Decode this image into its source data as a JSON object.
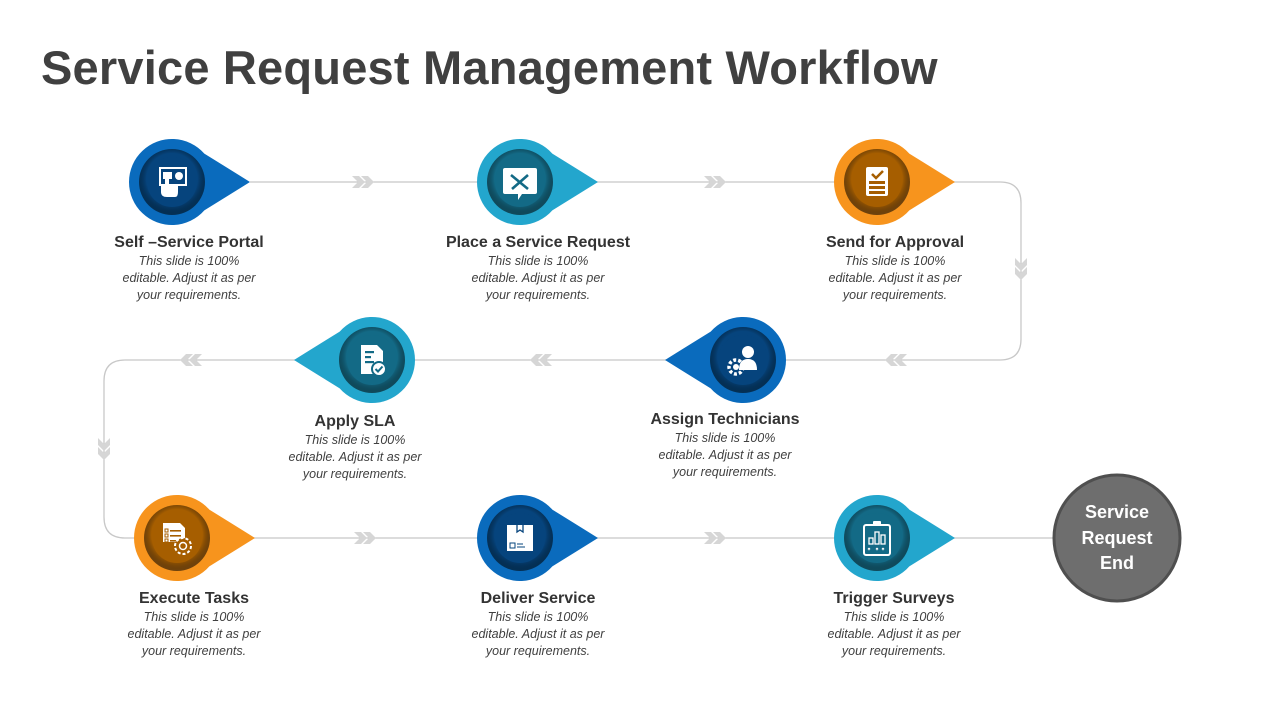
{
  "title": "Service Request Management Workflow",
  "colors": {
    "blue": "#0a6bbd",
    "blue_inner": "#06447d",
    "teal": "#23a6cd",
    "teal_inner": "#136a86",
    "orange": "#f7941d",
    "orange_inner": "#a65e00",
    "connector": "#c8c8c8",
    "chevron": "#d6d6d6",
    "end_circle": "#6e6e6e",
    "end_border": "#4f4f4f"
  },
  "steps": [
    {
      "label": "Self –Service Portal",
      "desc": "This slide is 100% editable. Adjust  it as per your requirements.",
      "color": "blue",
      "icon": "hand-touch-screen-icon",
      "direction": "right"
    },
    {
      "label": "Place a Service Request",
      "desc": "This slide is 100% editable. Adjust  it as per your requirements.",
      "color": "teal",
      "icon": "tools-chat-bubble-icon",
      "direction": "right"
    },
    {
      "label": "Send for Approval",
      "desc": "This slide is 100% editable. Adjust  it as per your requirements.",
      "color": "orange",
      "icon": "approval-checklist-icon",
      "direction": "right"
    },
    {
      "label": "Assign Technicians",
      "desc": "This slide is 100% editable. Adjust  it as per your requirements.",
      "color": "blue",
      "icon": "technician-gear-user-icon",
      "direction": "left"
    },
    {
      "label": "Apply SLA",
      "desc": "This slide is 100% editable. Adjust  it as per your requirements.",
      "color": "teal",
      "icon": "document-check-icon",
      "direction": "left"
    },
    {
      "label": "Execute Tasks",
      "desc": "This slide is 100% editable. Adjust  it as per your requirements.",
      "color": "orange",
      "icon": "task-list-gear-icon",
      "direction": "right"
    },
    {
      "label": "Deliver Service",
      "desc": "This slide is 100% editable. Adjust  it as per your requirements.",
      "color": "blue",
      "icon": "delivery-box-icon",
      "direction": "right"
    },
    {
      "label": "Trigger Surveys",
      "desc": "This slide is 100% editable. Adjust  it as per your requirements.",
      "color": "teal",
      "icon": "survey-clipboard-chart-icon",
      "direction": "right"
    }
  ],
  "end": {
    "line1": "Service",
    "line2": "Request",
    "line3": "End"
  }
}
